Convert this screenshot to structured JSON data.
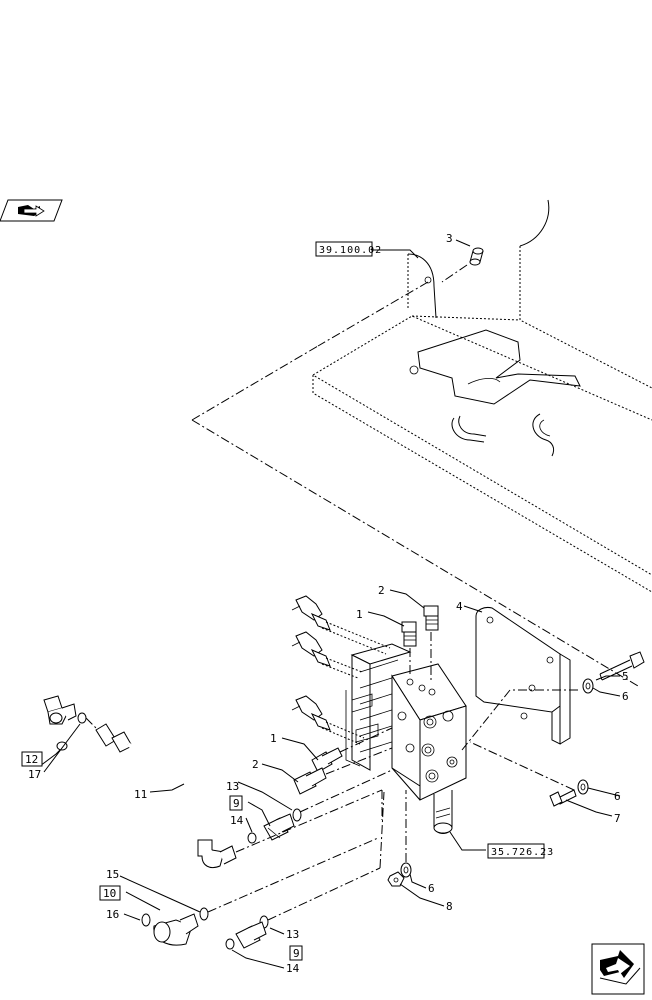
{
  "diagram": {
    "callouts": {
      "c1a": "1",
      "c1b": "1",
      "c2a": "2",
      "c2b": "2",
      "c3": "3",
      "c4": "4",
      "c5": "5",
      "c6a": "6",
      "c6b": "6",
      "c6c": "6",
      "c7": "7",
      "c8": "8",
      "c9a": "9",
      "c9b": "9",
      "c10": "10",
      "c11": "11",
      "c12": "12",
      "c13a": "13",
      "c13b": "13",
      "c14a": "14",
      "c14b": "14",
      "c15": "15",
      "c16": "16",
      "c17": "17"
    },
    "references": {
      "ref_top": "39.100.02",
      "ref_valve": "35.726.23"
    },
    "icons": {
      "top_left": "book-with-arrow-icon",
      "bottom_right": "next-page-arrow-icon"
    }
  }
}
